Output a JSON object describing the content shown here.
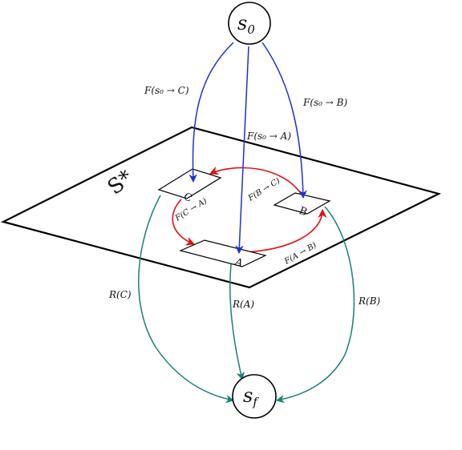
{
  "nodes": {
    "start": "s",
    "start_sub": "0",
    "final": "s",
    "final_sub": "f"
  },
  "plane_label": "S*",
  "boxes": {
    "A": "A",
    "B": "B",
    "C": "C"
  },
  "edges": {
    "s0_to_C": "F(s₀ → C)",
    "s0_to_A": "F(s₀ → A)",
    "s0_to_B": "F(s₀ → B)",
    "C_to_A": "F(C → A)",
    "B_to_C": "F(B → C)",
    "A_to_B": "F(A → B)",
    "R_C": "R(C)",
    "R_A": "R(A)",
    "R_B": "R(B)"
  },
  "colors": {
    "forward_from_start": "#1f2fd0",
    "cycle": "#e01010",
    "reward": "#1a7f74",
    "outline": "#000000"
  }
}
